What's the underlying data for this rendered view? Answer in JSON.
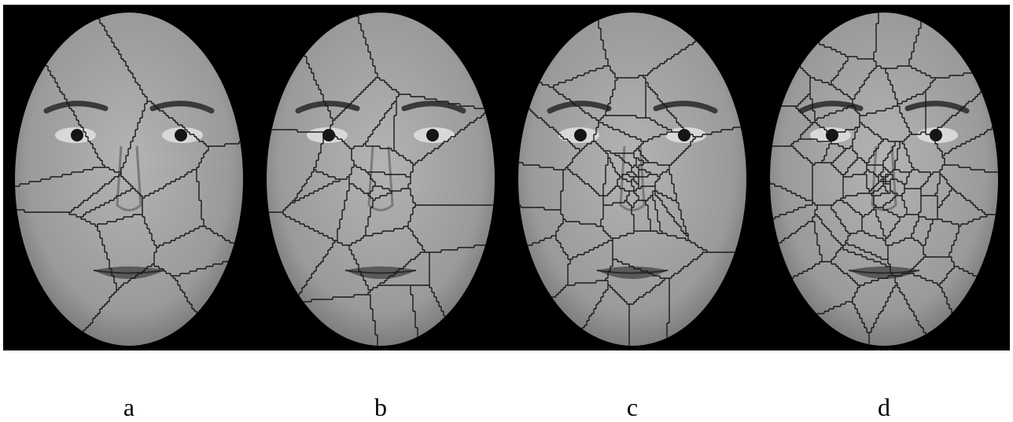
{
  "panels": [
    {
      "id": "a",
      "label": "a",
      "depiction": "face-voronoi-coarse"
    },
    {
      "id": "b",
      "label": "b",
      "depiction": "face-voronoi-medium"
    },
    {
      "id": "c",
      "label": "c",
      "depiction": "face-voronoi-fine"
    },
    {
      "id": "d",
      "label": "d",
      "depiction": "face-voronoi-finest"
    }
  ],
  "colors": {
    "background": "#000000",
    "face": "#9a9a9a",
    "lines": "#1a1a1a",
    "caption": "#000000"
  }
}
